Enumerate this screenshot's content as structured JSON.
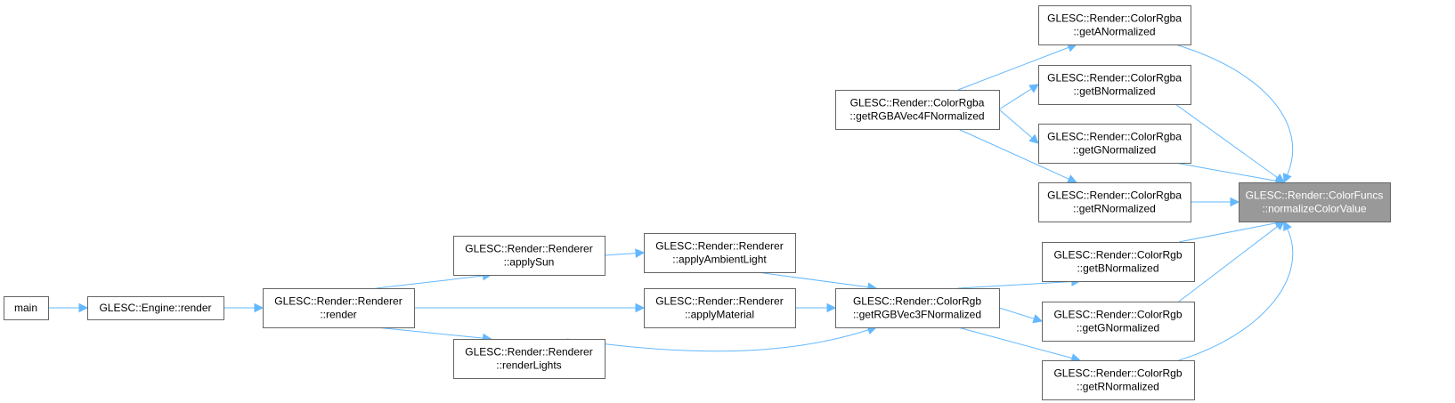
{
  "nodes": [
    {
      "id": "main",
      "lines": [
        "main"
      ]
    },
    {
      "id": "engine_render",
      "lines": [
        "GLESC::Engine::render"
      ]
    },
    {
      "id": "renderer_render",
      "lines": [
        "GLESC::Render::Renderer",
        "::render"
      ]
    },
    {
      "id": "apply_sun",
      "lines": [
        "GLESC::Render::Renderer",
        "::applySun"
      ]
    },
    {
      "id": "render_lights",
      "lines": [
        "GLESC::Render::Renderer",
        "::renderLights"
      ]
    },
    {
      "id": "apply_ambient",
      "lines": [
        "GLESC::Render::Renderer",
        "::applyAmbientLight"
      ]
    },
    {
      "id": "apply_material",
      "lines": [
        "GLESC::Render::Renderer",
        "::applyMaterial"
      ]
    },
    {
      "id": "rgba_vec4",
      "lines": [
        "GLESC::Render::ColorRgba",
        "::getRGBAVec4FNormalized"
      ]
    },
    {
      "id": "rgb_vec3",
      "lines": [
        "GLESC::Render::ColorRgb",
        "::getRGBVec3FNormalized"
      ]
    },
    {
      "id": "rgba_a",
      "lines": [
        "GLESC::Render::ColorRgba",
        "::getANormalized"
      ]
    },
    {
      "id": "rgba_b",
      "lines": [
        "GLESC::Render::ColorRgba",
        "::getBNormalized"
      ]
    },
    {
      "id": "rgba_g",
      "lines": [
        "GLESC::Render::ColorRgba",
        "::getGNormalized"
      ]
    },
    {
      "id": "rgba_r",
      "lines": [
        "GLESC::Render::ColorRgba",
        "::getRNormalized"
      ]
    },
    {
      "id": "rgb_b",
      "lines": [
        "GLESC::Render::ColorRgb",
        "::getBNormalized"
      ]
    },
    {
      "id": "rgb_g",
      "lines": [
        "GLESC::Render::ColorRgb",
        "::getGNormalized"
      ]
    },
    {
      "id": "rgb_r",
      "lines": [
        "GLESC::Render::ColorRgb",
        "::getRNormalized"
      ]
    },
    {
      "id": "normalize",
      "lines": [
        "GLESC::Render::ColorFuncs",
        "::normalizeColorValue"
      ],
      "highlight": true
    }
  ],
  "edges": [
    {
      "from": "main",
      "to": "engine_render"
    },
    {
      "from": "engine_render",
      "to": "renderer_render"
    },
    {
      "from": "renderer_render",
      "to": "apply_sun"
    },
    {
      "from": "renderer_render",
      "to": "apply_material"
    },
    {
      "from": "renderer_render",
      "to": "render_lights"
    },
    {
      "from": "apply_sun",
      "to": "apply_ambient"
    },
    {
      "from": "apply_ambient",
      "to": "rgb_vec3"
    },
    {
      "from": "apply_material",
      "to": "rgb_vec3"
    },
    {
      "from": "render_lights",
      "to": "rgb_vec3"
    },
    {
      "from": "rgba_vec4",
      "to": "rgba_a"
    },
    {
      "from": "rgba_vec4",
      "to": "rgba_b"
    },
    {
      "from": "rgba_vec4",
      "to": "rgba_g"
    },
    {
      "from": "rgba_vec4",
      "to": "rgba_r"
    },
    {
      "from": "rgb_vec3",
      "to": "rgb_b"
    },
    {
      "from": "rgb_vec3",
      "to": "rgb_g"
    },
    {
      "from": "rgb_vec3",
      "to": "rgb_r"
    },
    {
      "from": "rgba_a",
      "to": "normalize"
    },
    {
      "from": "rgba_b",
      "to": "normalize"
    },
    {
      "from": "rgba_g",
      "to": "normalize"
    },
    {
      "from": "rgba_r",
      "to": "normalize"
    },
    {
      "from": "rgb_b",
      "to": "normalize"
    },
    {
      "from": "rgb_g",
      "to": "normalize"
    },
    {
      "from": "rgb_r",
      "to": "normalize"
    }
  ],
  "colors": {
    "edge": "#63b8ff",
    "node_border": "#666666",
    "highlight_fill": "#999999"
  }
}
